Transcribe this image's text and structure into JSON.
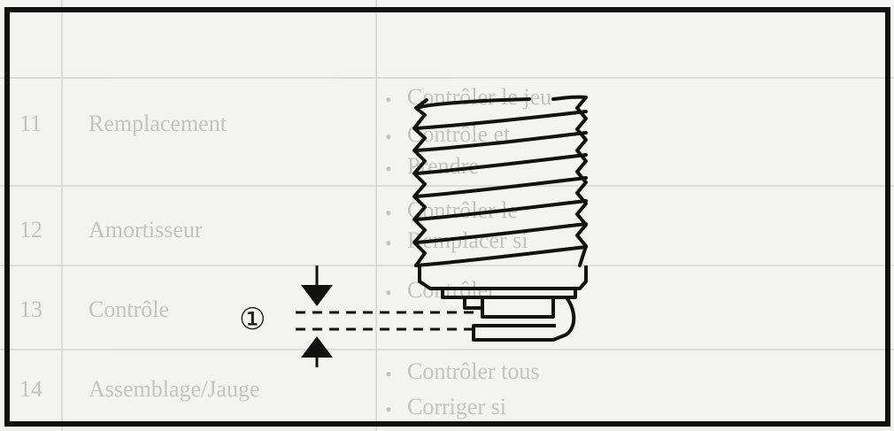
{
  "diagram": {
    "callout_label": "①"
  },
  "background_text": {
    "row_labels": [
      "Remplacement",
      "Amortisseur",
      "Contrôle",
      "Assemblage/Jauge"
    ],
    "row_numbers": [
      "11",
      "12",
      "13",
      "14"
    ],
    "notes": [
      "Contrôler le jeu",
      "Contrôle et",
      "Prendre",
      "Contrôler le",
      "Remplacer si",
      "Contrôler",
      "Contrôler tous",
      "Corriger si"
    ]
  }
}
